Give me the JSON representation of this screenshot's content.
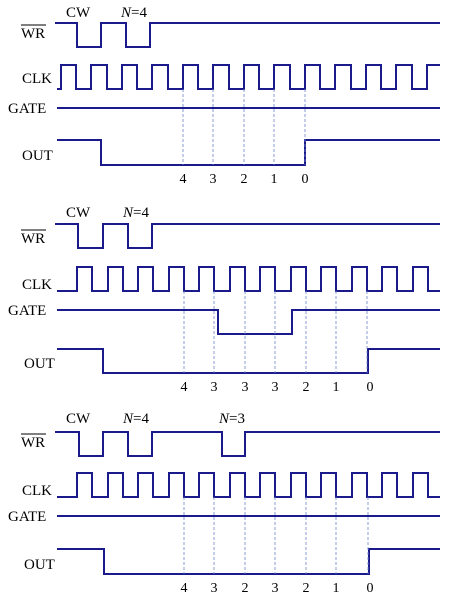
{
  "signals": {
    "wr": "WR",
    "clk": "CLK",
    "gate": "GATE",
    "out": "OUT"
  },
  "panels": [
    {
      "cw": "CW",
      "n_var": "N",
      "n_val": "=4",
      "n2_var": "",
      "n2_val": "",
      "counts": [
        "4",
        "3",
        "2",
        "1",
        "0"
      ]
    },
    {
      "cw": "CW",
      "n_var": "N",
      "n_val": "=4",
      "n2_var": "",
      "n2_val": "",
      "counts": [
        "4",
        "3",
        "3",
        "3",
        "2",
        "1",
        "0"
      ]
    },
    {
      "cw": "CW",
      "n_var": "N",
      "n_val": "=4",
      "n2_var": "N",
      "n2_val": "=3",
      "counts": [
        "4",
        "3",
        "2",
        "3",
        "2",
        "1",
        "0"
      ]
    }
  ]
}
